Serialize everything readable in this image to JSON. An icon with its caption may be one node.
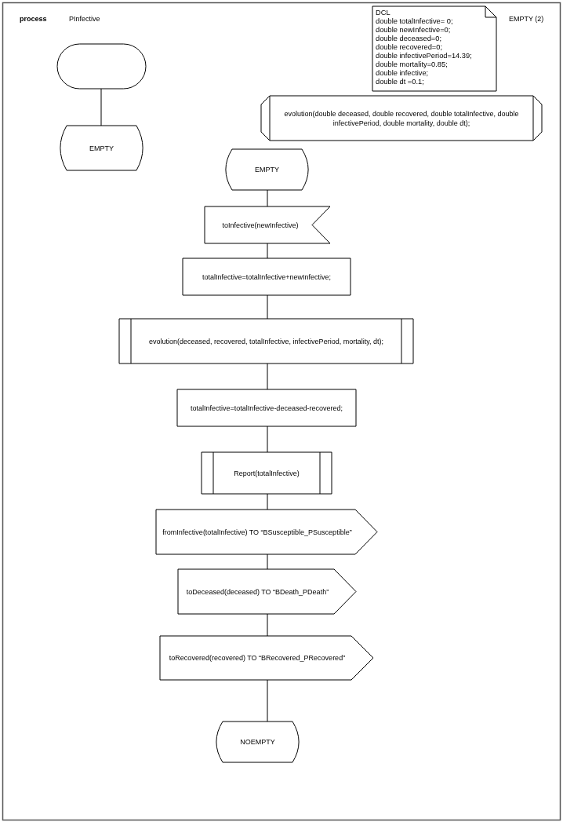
{
  "diagram": {
    "nodes": [
      {
        "text": [],
        "shape": "oval"
      },
      {
        "text": [
          "EMPTY"
        ]
      },
      {
        "text": [
          "DCL",
          "double totalInfective= 0;",
          "double newInfective=0;",
          "double deceased=0;",
          "double recovered=0;",
          "double infectivePeriod=14.39;",
          "double mortality=0.85;",
          "double infective;",
          "double dt =0.1;"
        ]
      },
      {
        "text": [
          "evolution(double deceased, double recovered, double totalInfective, double infectivePeriod, double mortality, double dt);"
        ]
      },
      {
        "text": [
          "EMPTY"
        ]
      },
      {
        "text": [
          "toInfective(newInfective)"
        ]
      },
      {
        "text": [
          "totalInfective=totalInfective+newInfective;"
        ]
      },
      {
        "text": [
          "evolution(deceased, recovered, totalInfective, infectivePeriod, mortality, dt);"
        ]
      },
      {
        "text": [
          "totalInfective=totalInfective-deceased-recovered;"
        ]
      },
      {
        "text": [
          "Report(totalInfective)"
        ]
      },
      {
        "text": [
          "fromInfective(totalInfective) TO “BSusceptible_PSusceptible”"
        ]
      },
      {
        "text": [
          "toDeceased(deceased) TO “BDeath_PDeath”"
        ]
      },
      {
        "text": [
          "toRecovered(recovered) TO “BRecovered_PRecovered”"
        ]
      },
      {
        "text": [
          "NOEMPTY"
        ]
      }
    ],
    "edges": [
      {
        "from": 0,
        "to": 1,
        "arrow": "none"
      },
      {
        "from": 4,
        "to": 5,
        "arrow": "none"
      },
      {
        "from": 5,
        "to": 6,
        "arrow": "none"
      },
      {
        "from": 6,
        "to": 7,
        "arrow": "none"
      },
      {
        "from": 7,
        "to": 8,
        "arrow": "none"
      },
      {
        "from": 8,
        "to": 9,
        "arrow": "none"
      },
      {
        "from": 9,
        "to": 10,
        "arrow": "none"
      },
      {
        "from": 10,
        "to": 11,
        "arrow": "none"
      },
      {
        "from": 11,
        "to": 12,
        "arrow": "none"
      },
      {
        "from": 12,
        "to": 13,
        "arrow": "none"
      }
    ],
    "labels": [
      "process",
      "PInfective",
      "EMPTY (2)"
    ]
  }
}
